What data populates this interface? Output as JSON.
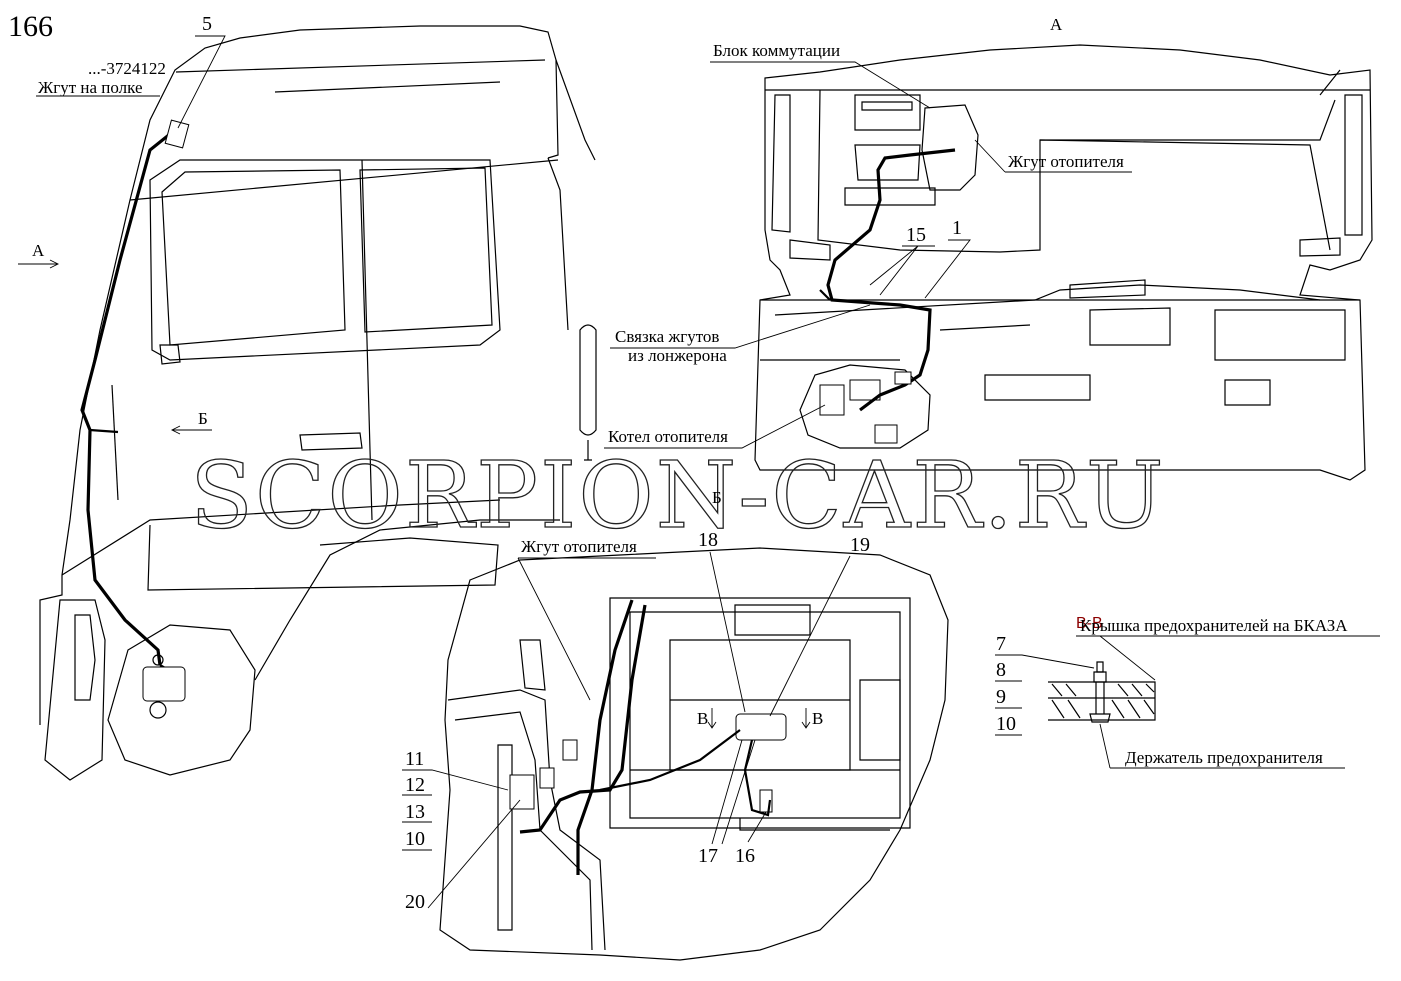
{
  "page": {
    "number": "166"
  },
  "watermark": "SCORPION-CAR.RU",
  "view_labels": {
    "a_top": "А",
    "a_arrow": "А",
    "b_arrow": "Б",
    "b_view": "Б",
    "vv_section": "В-В",
    "v_left": "В",
    "v_right": "В"
  },
  "callouts": {
    "harness_code": "...-3724122",
    "harness_shelf": "Жгут на полке",
    "switch_block": "Блок коммутации",
    "heater_harness_a": "Жгут отопителя",
    "harness_bundle_1": "Связка жгутов",
    "harness_bundle_2": "из лонжерона",
    "heater_boiler": "Котел отопителя",
    "heater_harness_b": "Жгут отопителя",
    "fuse_cover": "Крышка предохранителей на БКАЗА",
    "fuse_holder": "Держатель предохранителя"
  },
  "positions": {
    "p5": "5",
    "p15": "15",
    "p1": "1",
    "p18": "18",
    "p19": "19",
    "p11": "11",
    "p12": "12",
    "p13": "13",
    "p10a": "10",
    "p20": "20",
    "p17": "17",
    "p16": "16",
    "p7": "7",
    "p8": "8",
    "p9": "9",
    "p10b": "10"
  }
}
